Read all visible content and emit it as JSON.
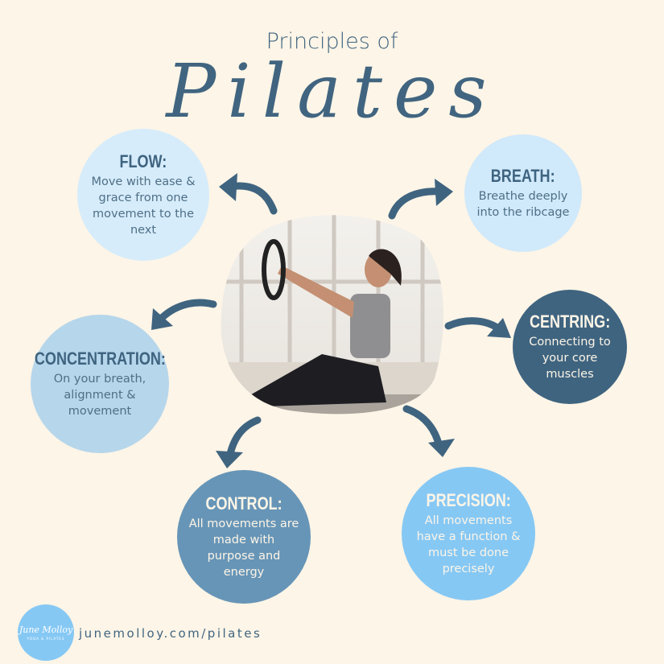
{
  "title": {
    "line1": "Principles of",
    "line2": "Pilates"
  },
  "colors": {
    "background": "#fdf5e7",
    "accent": "#416580"
  },
  "principles": [
    {
      "heading": "FLOW:",
      "text": "Move with ease & grace from one movement to the next",
      "color": "#d6ecfb"
    },
    {
      "heading": "BREATH:",
      "text": "Breathe deeply into the ribcage",
      "color": "#d0e9fb"
    },
    {
      "heading": "CONCENTRATION:",
      "text": "On your breath, alignment & movement",
      "color": "#b6d6eb"
    },
    {
      "heading": "CENTRING:",
      "text": "Connecting to your core muscles",
      "color": "#3f6480"
    },
    {
      "heading": "CONTROL:",
      "text": "All movements are made with purpose and energy",
      "color": "#6795b7"
    },
    {
      "heading": "PRECISION:",
      "text": "All movements have a function & must be done precisely",
      "color": "#86c8f4"
    }
  ],
  "footer": {
    "logo_text": "June Molloy",
    "logo_tagline": "YOGA & PILATES",
    "url": "junemolloy.com/pilates"
  }
}
